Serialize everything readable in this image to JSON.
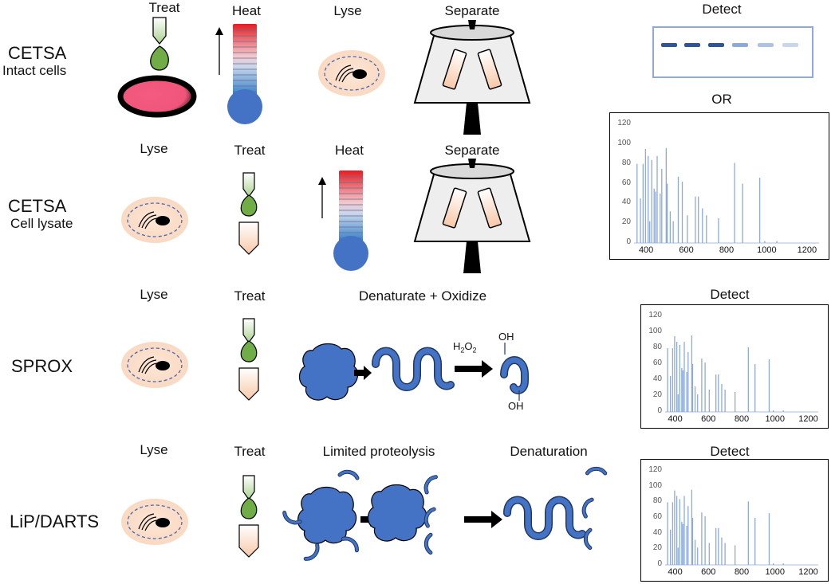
{
  "rows": [
    {
      "name": "CETSA",
      "sub": "Intact cells",
      "steps": [
        "Treat",
        "Heat",
        "Lyse",
        "Separate"
      ]
    },
    {
      "name": "CETSA",
      "sub": "Cell lysate",
      "steps": [
        "Lyse",
        "Treat",
        "Heat",
        "Separate"
      ]
    },
    {
      "name": "SPROX",
      "sub": "",
      "steps": [
        "Lyse",
        "Treat",
        "Denaturate + Oxidize"
      ]
    },
    {
      "name": "LiP/DARTS",
      "sub": "",
      "steps": [
        "Lyse",
        "Treat",
        "Limited proteolysis",
        "Denaturation"
      ]
    }
  ],
  "detect_label": "Detect",
  "or_label": "OR",
  "oxidant": {
    "base": "H",
    "sub1": "2",
    "mid": "O",
    "sub2": "2"
  },
  "oh_label": "OH",
  "colors": {
    "protein": "#4472c4",
    "leaf": "#70ad47",
    "dish": "#f06080",
    "cell": "#fbe3d4",
    "band_dark": "#2f5597",
    "band_light": "#c9d7ee",
    "spectrum_line": "#8eaadb"
  },
  "chart_data": [
    {
      "type": "bar",
      "title": "",
      "xlabel": "",
      "ylabel": "",
      "xlim": [
        340,
        1260
      ],
      "ylim": [
        0,
        120
      ],
      "y_ticks": [
        0,
        20,
        40,
        60,
        80,
        100,
        120
      ],
      "x_ticks": [
        400,
        600,
        800,
        1000,
        1200
      ],
      "grid": false,
      "x": [
        355,
        372,
        385,
        397,
        410,
        418,
        428,
        440,
        447,
        455,
        470,
        478,
        500,
        505,
        520,
        535,
        560,
        580,
        605,
        645,
        660,
        680,
        700,
        760,
        840,
        880,
        965,
        990,
        1050
      ],
      "values": [
        80,
        45,
        80,
        95,
        88,
        22,
        84,
        55,
        52,
        88,
        50,
        75,
        96,
        60,
        32,
        22,
        67,
        62,
        28,
        47,
        47,
        35,
        28,
        25,
        81,
        60,
        66,
        2,
        2
      ]
    }
  ]
}
